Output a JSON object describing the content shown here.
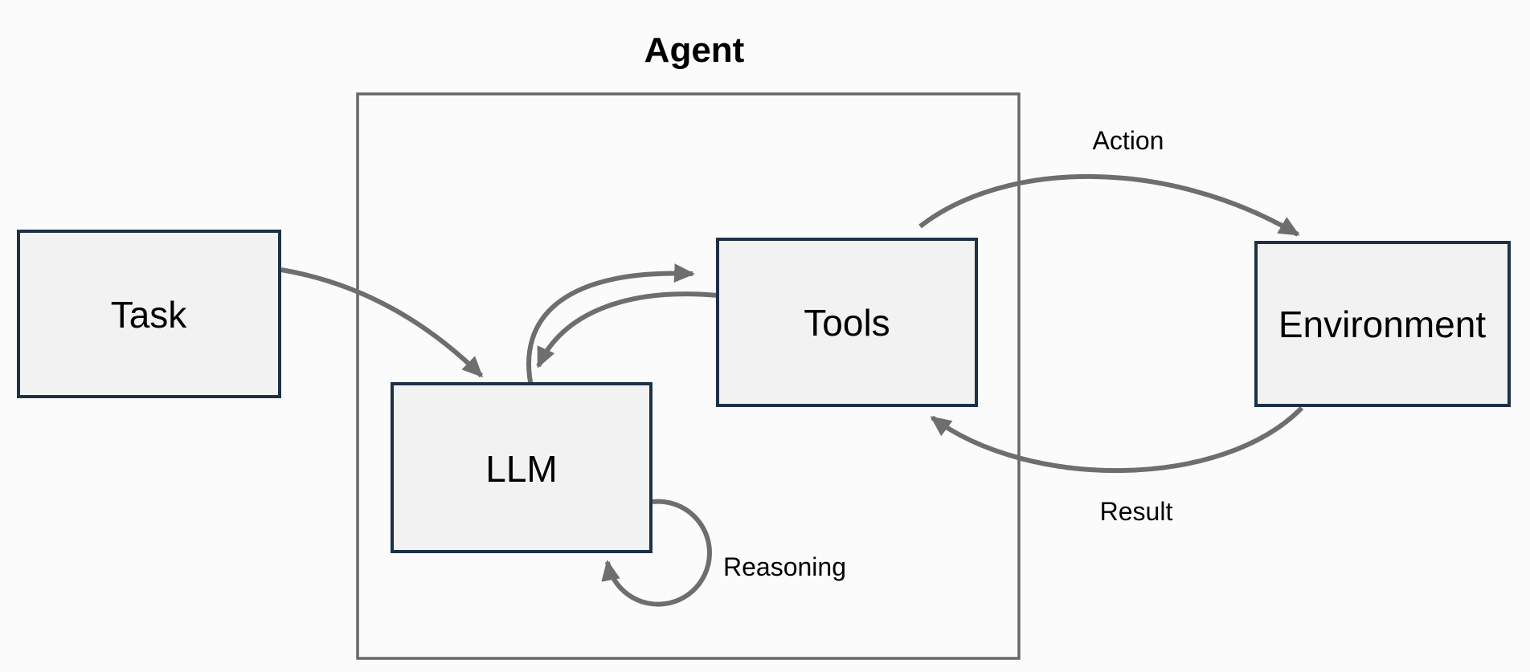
{
  "diagram": {
    "title": "Agent",
    "nodes": [
      {
        "id": "task",
        "label": "Task"
      },
      {
        "id": "llm",
        "label": "LLM"
      },
      {
        "id": "tools",
        "label": "Tools"
      },
      {
        "id": "environment",
        "label": "Environment"
      }
    ],
    "edges": [
      {
        "from": "task",
        "to": "llm",
        "label": ""
      },
      {
        "from": "llm",
        "to": "tools",
        "label": ""
      },
      {
        "from": "tools",
        "to": "llm",
        "label": ""
      },
      {
        "from": "llm",
        "to": "llm",
        "label": "Reasoning"
      },
      {
        "from": "tools",
        "to": "environment",
        "label": "Action"
      },
      {
        "from": "environment",
        "to": "tools",
        "label": "Result"
      }
    ],
    "colors": {
      "background": "#fbfbfb",
      "node_fill": "#f2f2f2",
      "node_border": "#1d3147",
      "container_border": "#676767",
      "arrow": "#6e6e6e",
      "text": "#000000"
    }
  }
}
